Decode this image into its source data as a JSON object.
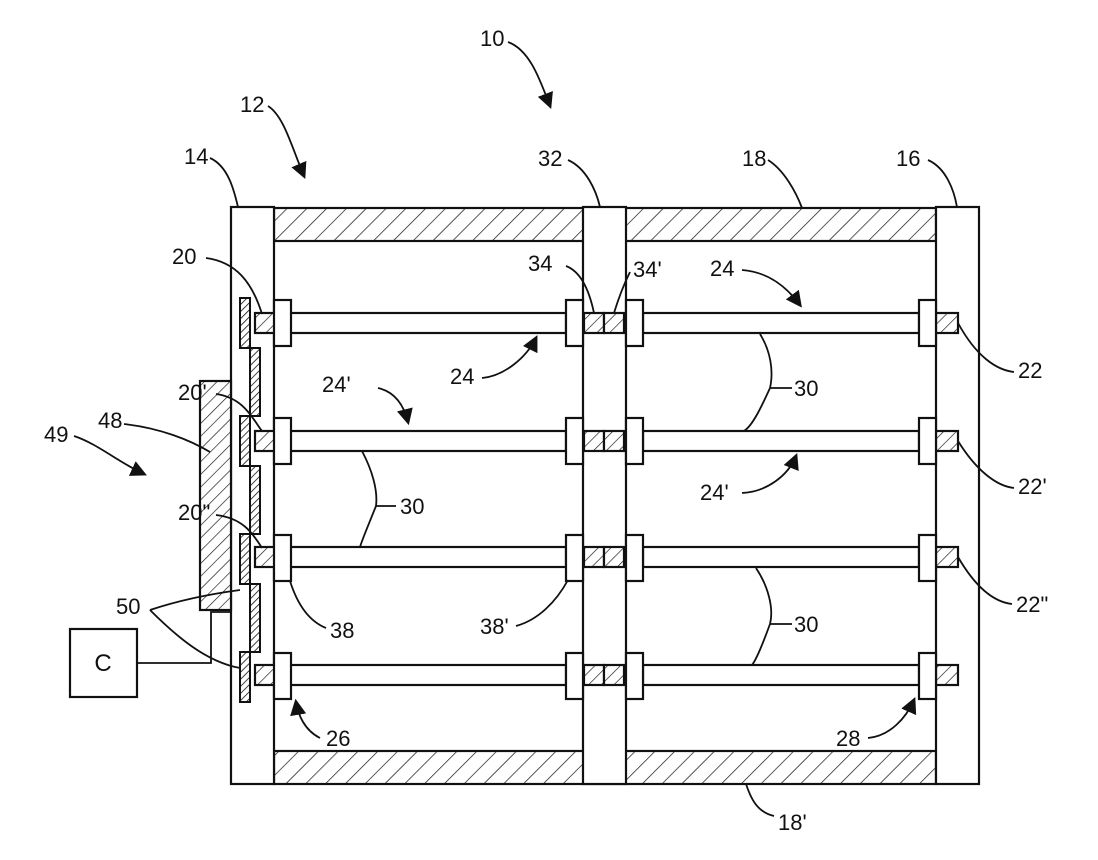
{
  "figure": {
    "labels": {
      "l10": "10",
      "l12": "12",
      "l14": "14",
      "l16": "16",
      "l18": "18",
      "l18p": "18'",
      "l20": "20",
      "l20p": "20'",
      "l20pp": "20\"",
      "l22": "22",
      "l22p": "22'",
      "l22pp": "22\"",
      "l24a": "24",
      "l24b": "24",
      "l24pa": "24'",
      "l24pb": "24'",
      "l26": "26",
      "l28": "28",
      "l30a": "30",
      "l30b": "30",
      "l30c": "30",
      "l32": "32",
      "l34": "34",
      "l34p": "34'",
      "l38": "38",
      "l38p": "38'",
      "l48": "48",
      "l49": "49",
      "l50": "50"
    },
    "controller_label": "C",
    "colors": {
      "stroke": "#111111",
      "background": "#ffffff"
    }
  }
}
